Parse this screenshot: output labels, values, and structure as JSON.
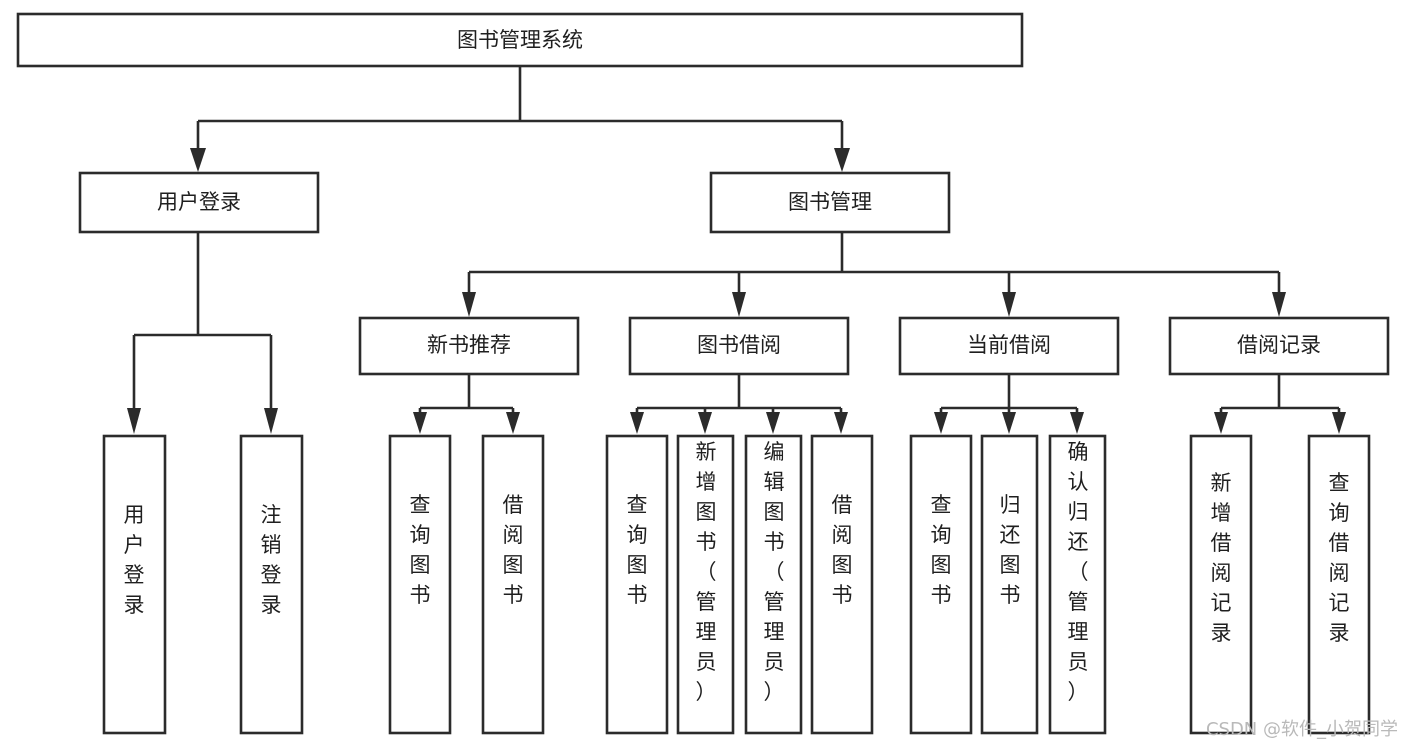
{
  "diagram": {
    "title": "图书管理系统",
    "type": "tree",
    "orientation": "top-down",
    "background_color": "#ffffff",
    "line_color": "#2b2b2b",
    "text_color": "#1f1f1f",
    "watermark": "CSDN @软件_小贺同学",
    "root": {
      "label": "图书管理系统"
    },
    "level1": [
      {
        "label": "用户登录"
      },
      {
        "label": "图书管理"
      }
    ],
    "level2": [
      {
        "label": "新书推荐"
      },
      {
        "label": "图书借阅"
      },
      {
        "label": "当前借阅"
      },
      {
        "label": "借阅记录"
      }
    ],
    "leaves": {
      "user_login": [
        {
          "label": "用户登录"
        },
        {
          "label": "注销登录"
        }
      ],
      "new_book_recommend": [
        {
          "label": "查询图书"
        },
        {
          "label": "借阅图书"
        }
      ],
      "book_borrow": [
        {
          "label": "查询图书"
        },
        {
          "label": "新增图书（管理员）"
        },
        {
          "label": "编辑图书（管理员）"
        },
        {
          "label": "借阅图书"
        }
      ],
      "current_borrow": [
        {
          "label": "查询图书"
        },
        {
          "label": "归还图书"
        },
        {
          "label": "确认归还（管理员）"
        }
      ],
      "borrow_record": [
        {
          "label": "新增借阅记录"
        },
        {
          "label": "查询借阅记录"
        }
      ]
    }
  }
}
